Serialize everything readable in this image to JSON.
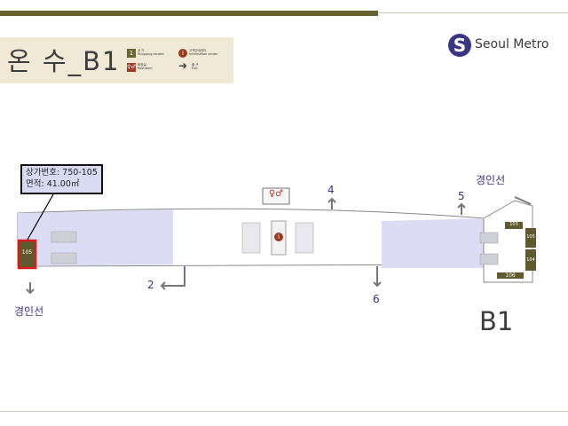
{
  "colors": {
    "header_bar": "#68622e",
    "corridor": "#dcdcf4",
    "corridor_outline": "#888888",
    "shop": "#5e5a2e",
    "highlight": "#e01a1a",
    "label": "#3a3585"
  },
  "header": {
    "title": "온 수_B1",
    "legend": [
      {
        "icon": "shop-icon",
        "glyph": "1",
        "color": "#6a6631",
        "label_ko": "상 가",
        "label_en": "Shopping arcade"
      },
      {
        "icon": "info-icon",
        "glyph": "i",
        "color": "#9a3b1e",
        "label_ko": "고객안내센터",
        "label_en": "Information center"
      },
      {
        "icon": "restroom-icon",
        "glyph": "♀♂",
        "color": "#a33a24",
        "label_ko": "화장실",
        "label_en": "Restroom"
      },
      {
        "icon": "exit-arrow-icon",
        "glyph": "➜",
        "color": "#444444",
        "label_ko": "출 구",
        "label_en": "Exit"
      }
    ]
  },
  "logo": {
    "text": "Seoul Metro",
    "icon": "seoul-metro-logo-icon"
  },
  "callout": {
    "shop_number": "상가번호: 750-105",
    "area": "면적: 41.00㎡"
  },
  "map": {
    "floor_label": "B1",
    "line_labels": {
      "left": "경인선",
      "right": "경인선"
    },
    "exits": [
      "2",
      "4",
      "5",
      "6"
    ],
    "shops": {
      "highlighted": "105",
      "right_a": "103",
      "right_b": "105",
      "right_c": "104",
      "bottom_right": "106"
    }
  }
}
